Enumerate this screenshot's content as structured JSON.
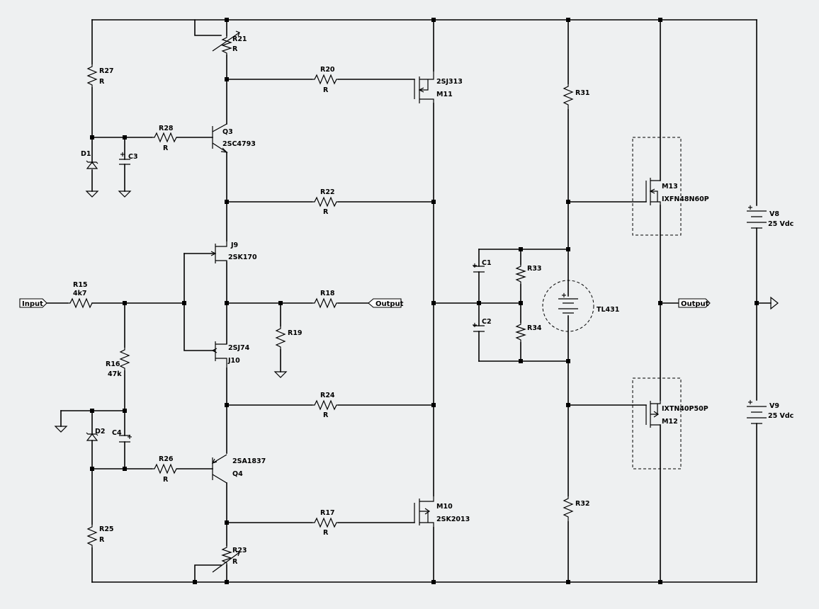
{
  "components": {
    "R27": {
      "name": "R27",
      "value": "R"
    },
    "R21": {
      "name": "R21",
      "value": "R"
    },
    "R20": {
      "name": "R20",
      "value": "R"
    },
    "M11": {
      "name": "M11",
      "part": "2SJ313"
    },
    "R28": {
      "name": "R28",
      "value": "R"
    },
    "Q3": {
      "name": "Q3",
      "part": "2SC4793"
    },
    "D1": {
      "name": "D1"
    },
    "C3": {
      "name": "C3"
    },
    "R22": {
      "name": "R22",
      "value": "R"
    },
    "J9": {
      "name": "J9",
      "part": "2SK170"
    },
    "R15": {
      "name": "R15",
      "value": "4k7"
    },
    "R18": {
      "name": "R18"
    },
    "R19": {
      "name": "R19"
    },
    "J10": {
      "name": "J10",
      "part": "2SJ74"
    },
    "R16": {
      "name": "R16",
      "value": "47k"
    },
    "R24": {
      "name": "R24",
      "value": "R"
    },
    "D2": {
      "name": "D2"
    },
    "C4": {
      "name": "C4"
    },
    "R26": {
      "name": "R26",
      "value": "R"
    },
    "Q4": {
      "name": "Q4",
      "part": "2SA1837"
    },
    "R25": {
      "name": "R25",
      "value": "R"
    },
    "R17": {
      "name": "R17",
      "value": "R"
    },
    "M10": {
      "name": "M10",
      "part": "2SK2013"
    },
    "R23": {
      "name": "R23",
      "value": "R"
    },
    "R31": {
      "name": "R31"
    },
    "C1": {
      "name": "C1"
    },
    "R33": {
      "name": "R33"
    },
    "C2": {
      "name": "C2"
    },
    "R34": {
      "name": "R34"
    },
    "TL431": {
      "name": "TL431"
    },
    "R32": {
      "name": "R32"
    },
    "M13": {
      "name": "M13",
      "part": "IXFN48N60P"
    },
    "M12": {
      "name": "M12",
      "part": "IXTN40P50P"
    },
    "V8": {
      "name": "V8",
      "value": "25 Vdc"
    },
    "V9": {
      "name": "V9",
      "value": "25 Vdc"
    }
  },
  "ports": {
    "input": "Input",
    "output_mid": "Output",
    "output_right": "Output"
  }
}
